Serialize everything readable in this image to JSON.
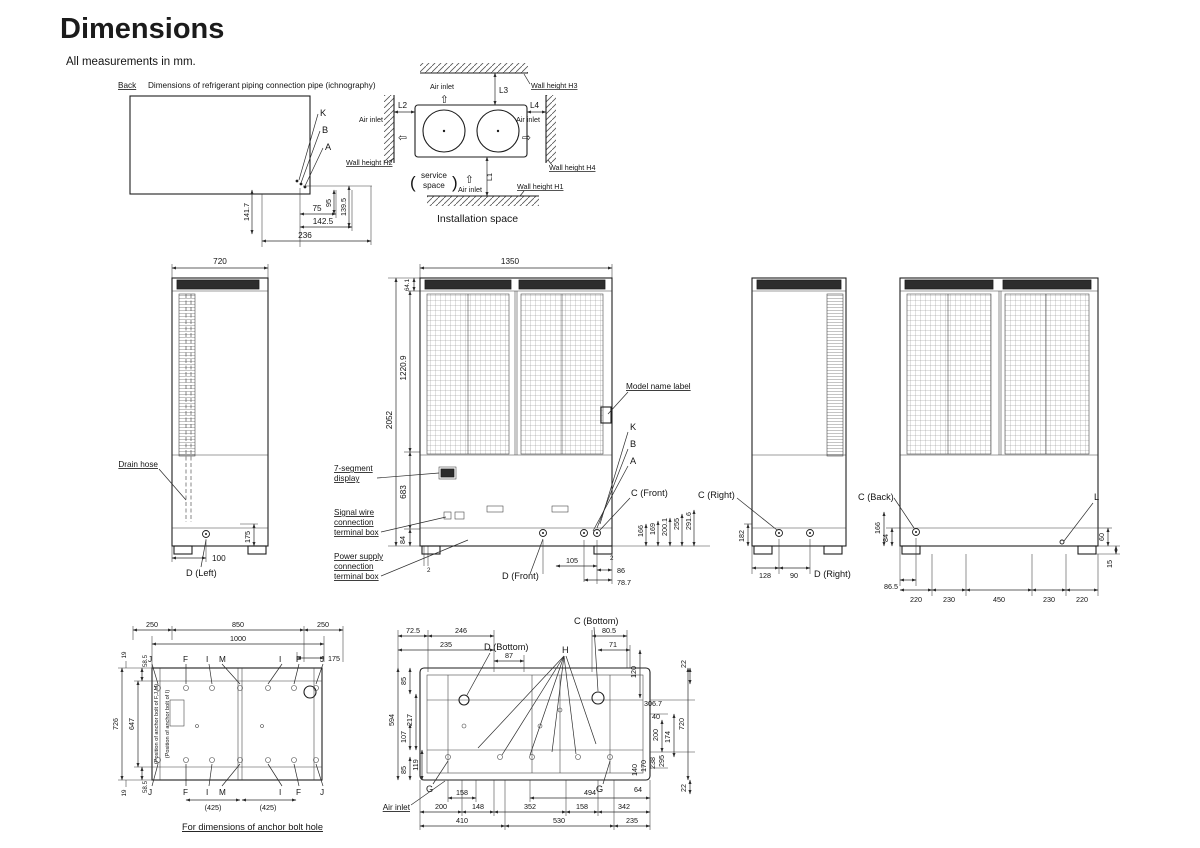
{
  "page": {
    "title": "Dimensions",
    "subtitle": "All measurements in mm."
  },
  "icons": {
    "arrow_up": "⇧",
    "arrow_left": "⇦",
    "arrow_right": "⇨"
  },
  "piping": {
    "back": "Back",
    "caption": "Dimensions of refrigerant piping connection pipe (ichnography)",
    "k": "K",
    "b": "B",
    "a": "A",
    "dim_141_7": "141.7",
    "dim_95": "95",
    "dim_139_5": "139.5",
    "dim_75": "75",
    "dim_142_5": "142.5",
    "dim_236": "236"
  },
  "installation": {
    "air_inlet": "Air inlet",
    "l1": "L1",
    "l2": "L2",
    "l3": "L3",
    "l4": "L4",
    "wall_h1": "Wall height H1",
    "wall_h2": "Wall height H2",
    "wall_h3": "Wall height H3",
    "wall_h4": "Wall height H4",
    "lparen": "(",
    "rparen": ")",
    "service_1": "service",
    "service_2": "space",
    "caption": "Installation space"
  },
  "left_view": {
    "dim_720": "720",
    "drain_hose": "Drain hose",
    "d_label": "D (Left)",
    "dim_100": "100",
    "dim_175": "175"
  },
  "front_view": {
    "dim_1350": "1350",
    "dim_64_1": "64.1",
    "dim_2052": "2052",
    "dim_1220_9": "1220.9",
    "dim_683": "683",
    "dim_84": "84",
    "dim_2_left": "2",
    "model_name_label": "Model name label",
    "seg_display": [
      "7-segment",
      "display"
    ],
    "signal_box": [
      "Signal wire",
      "connection",
      "terminal box"
    ],
    "power_box": [
      "Power supply",
      "connection",
      "terminal box"
    ],
    "k": "K",
    "b": "B",
    "a": "A",
    "c_front": "C (Front)",
    "d_front": "D (Front)",
    "dim_105": "105",
    "dim_2": "2",
    "dim_86": "86",
    "dim_78_7": "78.7",
    "pipe_dims": [
      "166",
      "169",
      "200.1",
      "255",
      "291.6"
    ]
  },
  "right_view": {
    "c_right": "C (Right)",
    "d_right": "D (Right)",
    "dim_182": "182",
    "dim_128": "128",
    "dim_90": "90"
  },
  "back_view": {
    "c_back": "C (Back)",
    "l_label": "L",
    "dim_166": "166",
    "dim_84": "84",
    "dim_86_5": "86.5",
    "bottom_dims": [
      "220",
      "230",
      "450",
      "230",
      "220"
    ],
    "dim_60": "60",
    "dim_15": "15"
  },
  "anchor_plan": {
    "dim_250_l": "250",
    "dim_850": "850",
    "dim_250_r": "250",
    "dim_1000": "1000",
    "dim_175": "175",
    "left_dims": [
      "19",
      "58.5",
      "726",
      "647",
      "58.5",
      "19"
    ],
    "bolts_top": [
      "J",
      "F",
      "I",
      "M",
      "I",
      "F",
      "J"
    ],
    "bolts_bottom": [
      "J",
      "F",
      "I",
      "M",
      "I",
      "F",
      "J"
    ],
    "dim_425_l": "(425)",
    "dim_425_r": "(425)",
    "pos_fjm": "(Position of anchor bolt of F,J,M)",
    "pos_i": "(Position of anchor bolt of I)",
    "caption": "For dimensions of anchor bolt hole"
  },
  "bottom_view": {
    "d_bottom": "D (Bottom)",
    "c_bottom": "C (Bottom)",
    "h_label": "H",
    "g_label": "G",
    "air_inlet": "Air inlet",
    "dim_72_5": "72.5",
    "dim_246": "246",
    "dim_235": "235",
    "dim_87": "87",
    "dim_80_5": "80.5",
    "dim_71": "71",
    "dim_120": "120",
    "dim_22_top": "22",
    "dim_22_bottom": "22",
    "left_dims": [
      "85",
      "594",
      "217",
      "107",
      "119",
      "85"
    ],
    "right_dims": [
      "306.7",
      "40",
      "200",
      "174",
      "720",
      "295",
      "238",
      "170",
      "140",
      "64"
    ],
    "row1_dims": [
      "158",
      "494"
    ],
    "row2_dims": [
      "200",
      "148",
      "352",
      "158",
      "342"
    ],
    "row3_dims": [
      "410",
      "530",
      "235"
    ]
  }
}
